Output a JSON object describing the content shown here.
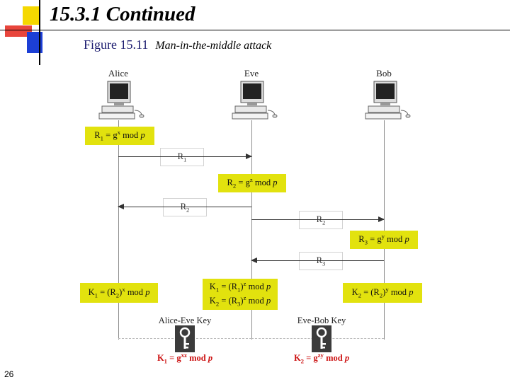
{
  "slide": {
    "title": "15.3.1 Continued",
    "page_number": "26"
  },
  "figure": {
    "caption": "Figure 15.11",
    "subtitle": "Man-in-the-middle attack"
  },
  "parties": {
    "alice": "Alice",
    "eve": "Eve",
    "bob": "Bob"
  },
  "messages": {
    "m1": {
      "base": "R",
      "sub": "1"
    },
    "m2": {
      "base": "R",
      "sub": "2"
    },
    "m3": {
      "base": "R",
      "sub": "2"
    },
    "m4": {
      "base": "R",
      "sub": "3"
    }
  },
  "computations": {
    "alice_r1": {
      "r": "R",
      "sub": "1",
      "eq": " = g",
      "exp": "x",
      "tail": " mod ",
      "p": "p"
    },
    "eve_r2": {
      "r": "R",
      "sub": "2",
      "eq": " = g",
      "exp": "z",
      "tail": " mod ",
      "p": "p"
    },
    "bob_r3": {
      "r": "R",
      "sub": "3",
      "eq": " = g",
      "exp": "y",
      "tail": " mod ",
      "p": "p"
    },
    "alice_k1": {
      "k": "K",
      "sub": "1",
      "eq": " = (R",
      "rsub": "2",
      "close": ")",
      "exp": "x",
      "tail": " mod ",
      "p": "p"
    },
    "eve_k1": {
      "k": "K",
      "sub": "1",
      "eq": " = (R",
      "rsub": "1",
      "close": ")",
      "exp": "z",
      "tail": " mod ",
      "p": "p"
    },
    "eve_k2": {
      "k": "K",
      "sub": "2",
      "eq": " = (R",
      "rsub": "3",
      "close": ")",
      "exp": "z",
      "tail": " mod ",
      "p": "p"
    },
    "bob_k2": {
      "k": "K",
      "sub": "2",
      "eq": " = (R",
      "rsub": "2",
      "close": ")",
      "exp": "y",
      "tail": " mod ",
      "p": "p"
    }
  },
  "keys": {
    "alice_eve_label": "Alice-Eve Key",
    "eve_bob_label": "Eve-Bob Key",
    "k1": {
      "k": "K",
      "sub": "1",
      "eq": " = g",
      "exp": "xz",
      "tail": " mod ",
      "p": "p"
    },
    "k2": {
      "k": "K",
      "sub": "2",
      "eq": " = g",
      "exp": "zy",
      "tail": " mod ",
      "p": "p"
    }
  },
  "colors": {
    "formula_box": "#e2e20e",
    "key_text": "#cc1111",
    "deco_yellow": "#f5d800",
    "deco_red": "#e8453c",
    "deco_blue": "#1c3fd6"
  }
}
